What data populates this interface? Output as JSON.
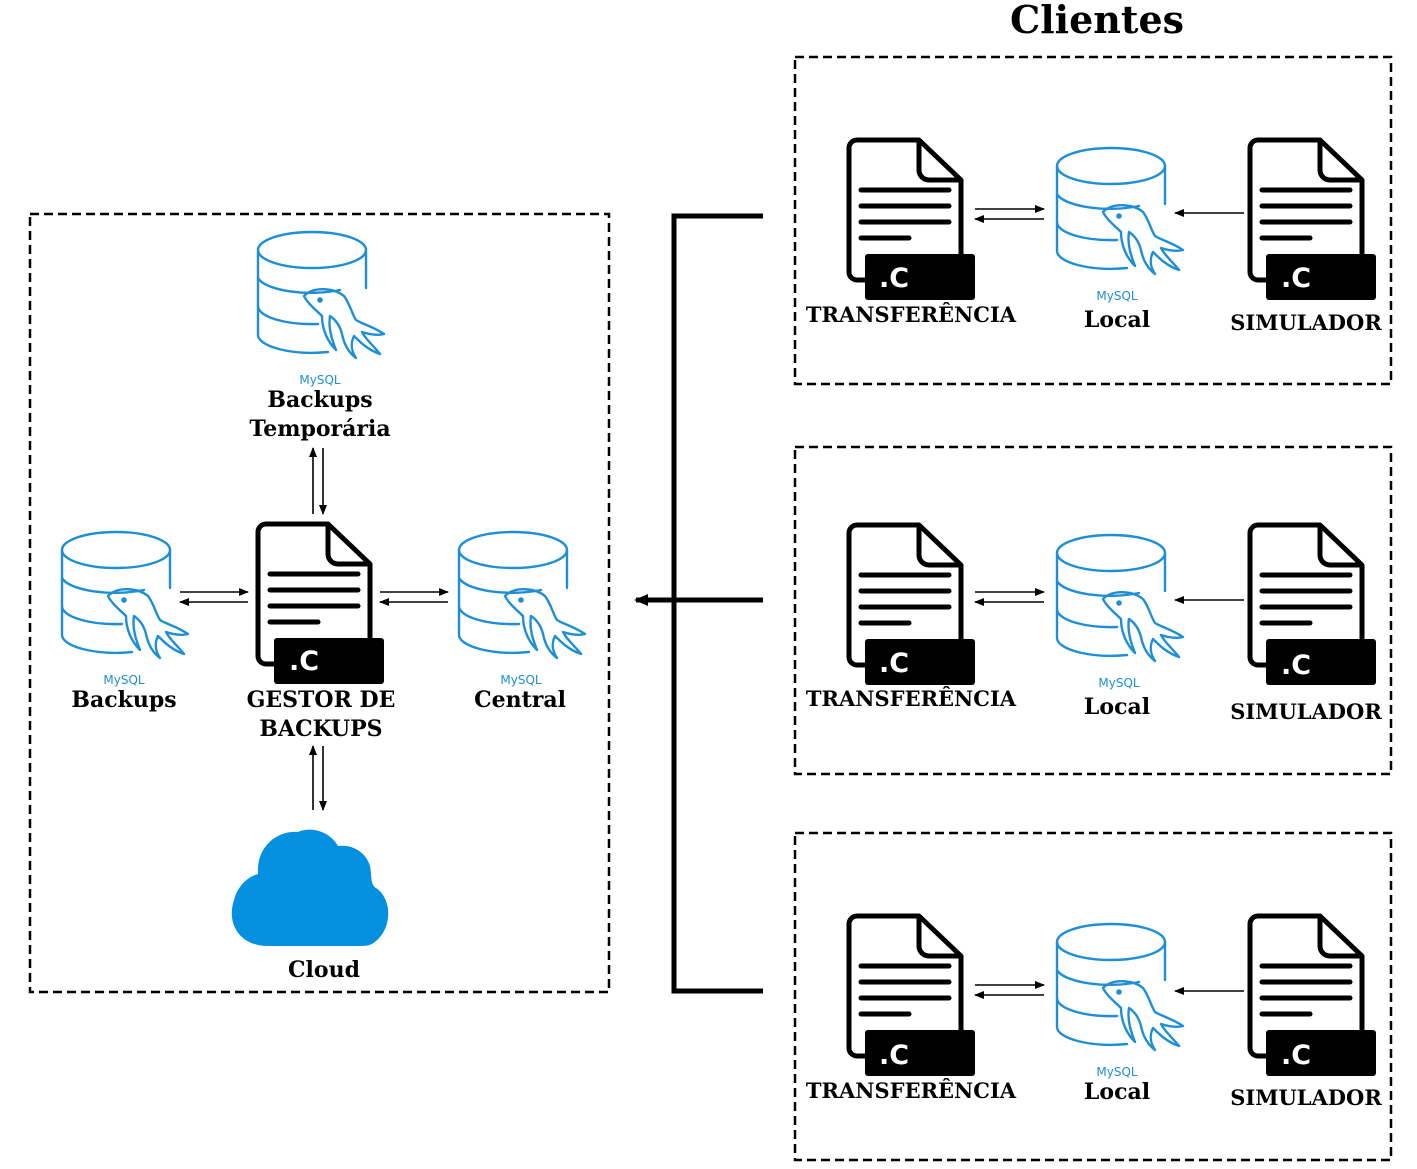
{
  "title": "Clientes",
  "server": {
    "backups_temp": {
      "brand": "MySQL",
      "line1": "Backups",
      "line2": "Temporária"
    },
    "backups": {
      "brand": "MySQL",
      "label": "Backups"
    },
    "gestor": {
      "ext": ".C",
      "line1": "GESTOR DE",
      "line2": "BACKUPS"
    },
    "central": {
      "brand": "MySQL",
      "label": "Central"
    },
    "cloud": {
      "label": "Cloud"
    }
  },
  "clients": [
    {
      "transfer_ext": ".C",
      "transfer_label": "TRANSFERÊNCIA",
      "db_brand": "MySQL",
      "db_label": "Local",
      "sim_ext": ".C",
      "sim_label": "SIMULADOR"
    },
    {
      "transfer_ext": ".C",
      "transfer_label": "TRANSFERÊNCIA",
      "db_brand": "MySQL",
      "db_label": "Local",
      "sim_ext": ".C",
      "sim_label": "SIMULADOR"
    },
    {
      "transfer_ext": ".C",
      "transfer_label": "TRANSFERÊNCIA",
      "db_brand": "MySQL",
      "db_label": "Local",
      "sim_ext": ".C",
      "sim_label": "SIMULADOR"
    }
  ],
  "colors": {
    "db_blue": "#1e8fd6",
    "cloud_blue": "#0490e0",
    "black": "#000000"
  },
  "icons": [
    "mysql-database-icon",
    "c-source-file-icon",
    "cloud-icon"
  ]
}
